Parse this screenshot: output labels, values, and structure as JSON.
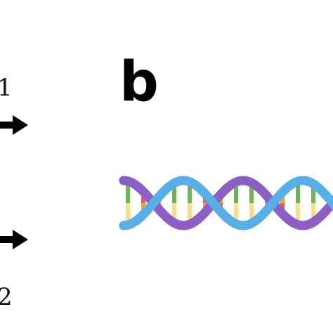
{
  "labels": {
    "panel_b": "b",
    "num_top": "1",
    "num_bottom": "2"
  },
  "colors": {
    "strand_blue": "#5aaee6",
    "strand_purple": "#8b5fc4",
    "rung_green": "#6fb35a",
    "rung_red": "#e15f6a",
    "rung_orange": "#f2a33a",
    "rung_yellow": "#f7dc8a",
    "arrow": "#000000"
  },
  "icons": [
    "right-arrow-icon",
    "right-arrow-icon",
    "dna-double-helix-icon"
  ]
}
